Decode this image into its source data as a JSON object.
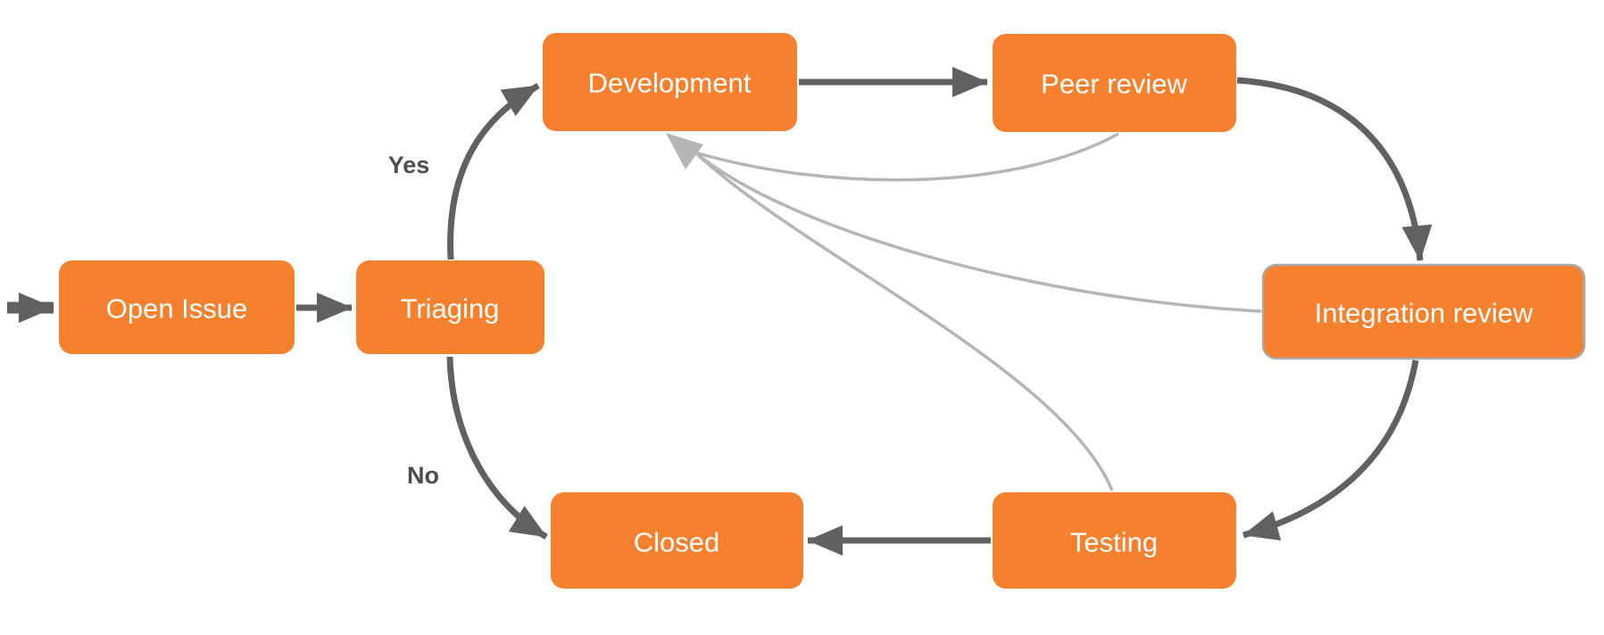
{
  "diagram": {
    "type": "flowchart",
    "direction": "left-to-right",
    "background": "#ffffff",
    "colors": {
      "node_fill": "#f5812f",
      "node_text": "#ffffff",
      "integration_border": "#aaaaaa",
      "edge_dark": "#616161",
      "edge_light": "#b5b5b5",
      "edge_label_text": "#4d4d4d"
    },
    "nodes": [
      {
        "id": "open_issue",
        "label": "Open Issue"
      },
      {
        "id": "triaging",
        "label": "Triaging"
      },
      {
        "id": "development",
        "label": "Development"
      },
      {
        "id": "peer_review",
        "label": "Peer review"
      },
      {
        "id": "integration_review",
        "label": "Integration review"
      },
      {
        "id": "testing",
        "label": "Testing"
      },
      {
        "id": "closed",
        "label": "Closed"
      }
    ],
    "edge_labels": {
      "yes": "Yes",
      "no": "No"
    },
    "edges": [
      {
        "from": "start",
        "to": "open_issue",
        "style": "dark"
      },
      {
        "from": "open_issue",
        "to": "triaging",
        "style": "dark"
      },
      {
        "from": "triaging",
        "to": "development",
        "label": "Yes",
        "style": "dark"
      },
      {
        "from": "triaging",
        "to": "closed",
        "label": "No",
        "style": "dark"
      },
      {
        "from": "development",
        "to": "peer_review",
        "style": "dark"
      },
      {
        "from": "peer_review",
        "to": "integration_review",
        "style": "dark"
      },
      {
        "from": "integration_review",
        "to": "testing",
        "style": "dark"
      },
      {
        "from": "testing",
        "to": "closed",
        "style": "dark"
      },
      {
        "from": "peer_review",
        "to": "development",
        "style": "light"
      },
      {
        "from": "integration_review",
        "to": "development",
        "style": "light"
      },
      {
        "from": "testing",
        "to": "development",
        "style": "light"
      }
    ]
  }
}
